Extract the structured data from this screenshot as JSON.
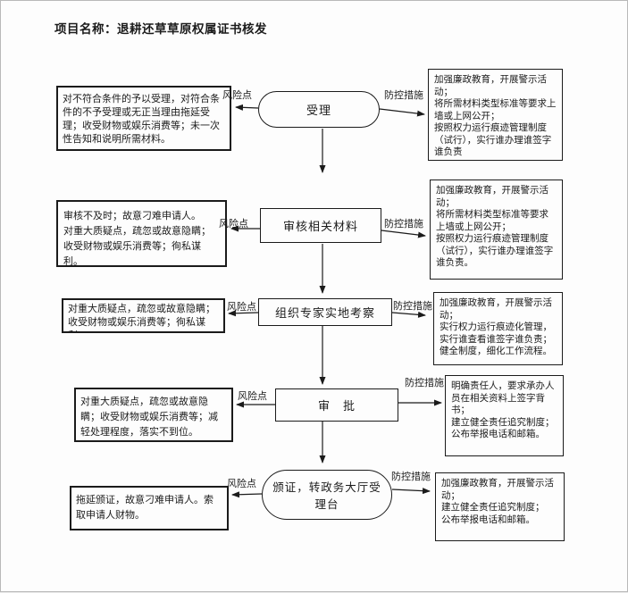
{
  "page": {
    "title": "项目名称：退耕还草草原权属证书核发"
  },
  "labels": {
    "risk_point": "风险点",
    "control_measures": "防控措施"
  },
  "flow": {
    "rows": [
      {
        "step": "受理",
        "risk": "对不符合条件的予以受理，对符合条件的不予受理或无正当理由拖延受理；收受财物或娱乐消费等；未一次性告知和说明所需材料。",
        "control": "加强廉政教育，开展警示活动；\n将所需材料类型标准等要求上墙或上网公开；\n按照权力运行痕迹管理制度（试行），实行谁办理谁签字谁负责"
      },
      {
        "step": "审核相关材料",
        "risk": "审核不及时；故意刁难申请人。\n对重大质疑点，疏忽或故意隐瞒；收受财物或娱乐消费等；徇私谋利。",
        "control": "加强廉政教育，开展警示活动；\n将所需材料类型标准等要求上墙或上网公开；\n按照权力运行痕迹管理制度（试行），实行谁办理谁签字谁负责。"
      },
      {
        "step": "组织专家实地考察",
        "risk": "对重大质疑点，疏忽或故意隐瞒；收受财物或娱乐消费等；徇私谋利。",
        "control": "加强廉政教育，开展警示活动；\n实行权力运行痕迹化管理，实行谁查看谁签字谁负责；\n健全制度，细化工作流程。"
      },
      {
        "step": "审　批",
        "risk": "对重大质疑点，疏忽或故意隐瞒；收受财物或娱乐消费等；减轻处理程度，落实不到位。",
        "control": "明确责任人，要求承办人员在相关资料上签字背书；\n建立健全责任追究制度；\n公布举报电话和邮箱。"
      },
      {
        "step": "颁证，转政务大厅受\n理台",
        "risk": "拖延颁证，故意刁难申请人。索取申请人财物。",
        "control": "加强廉政教育，开展警示活动；\n建立健全责任追究制度；\n公布举报电话和邮箱。"
      }
    ]
  }
}
